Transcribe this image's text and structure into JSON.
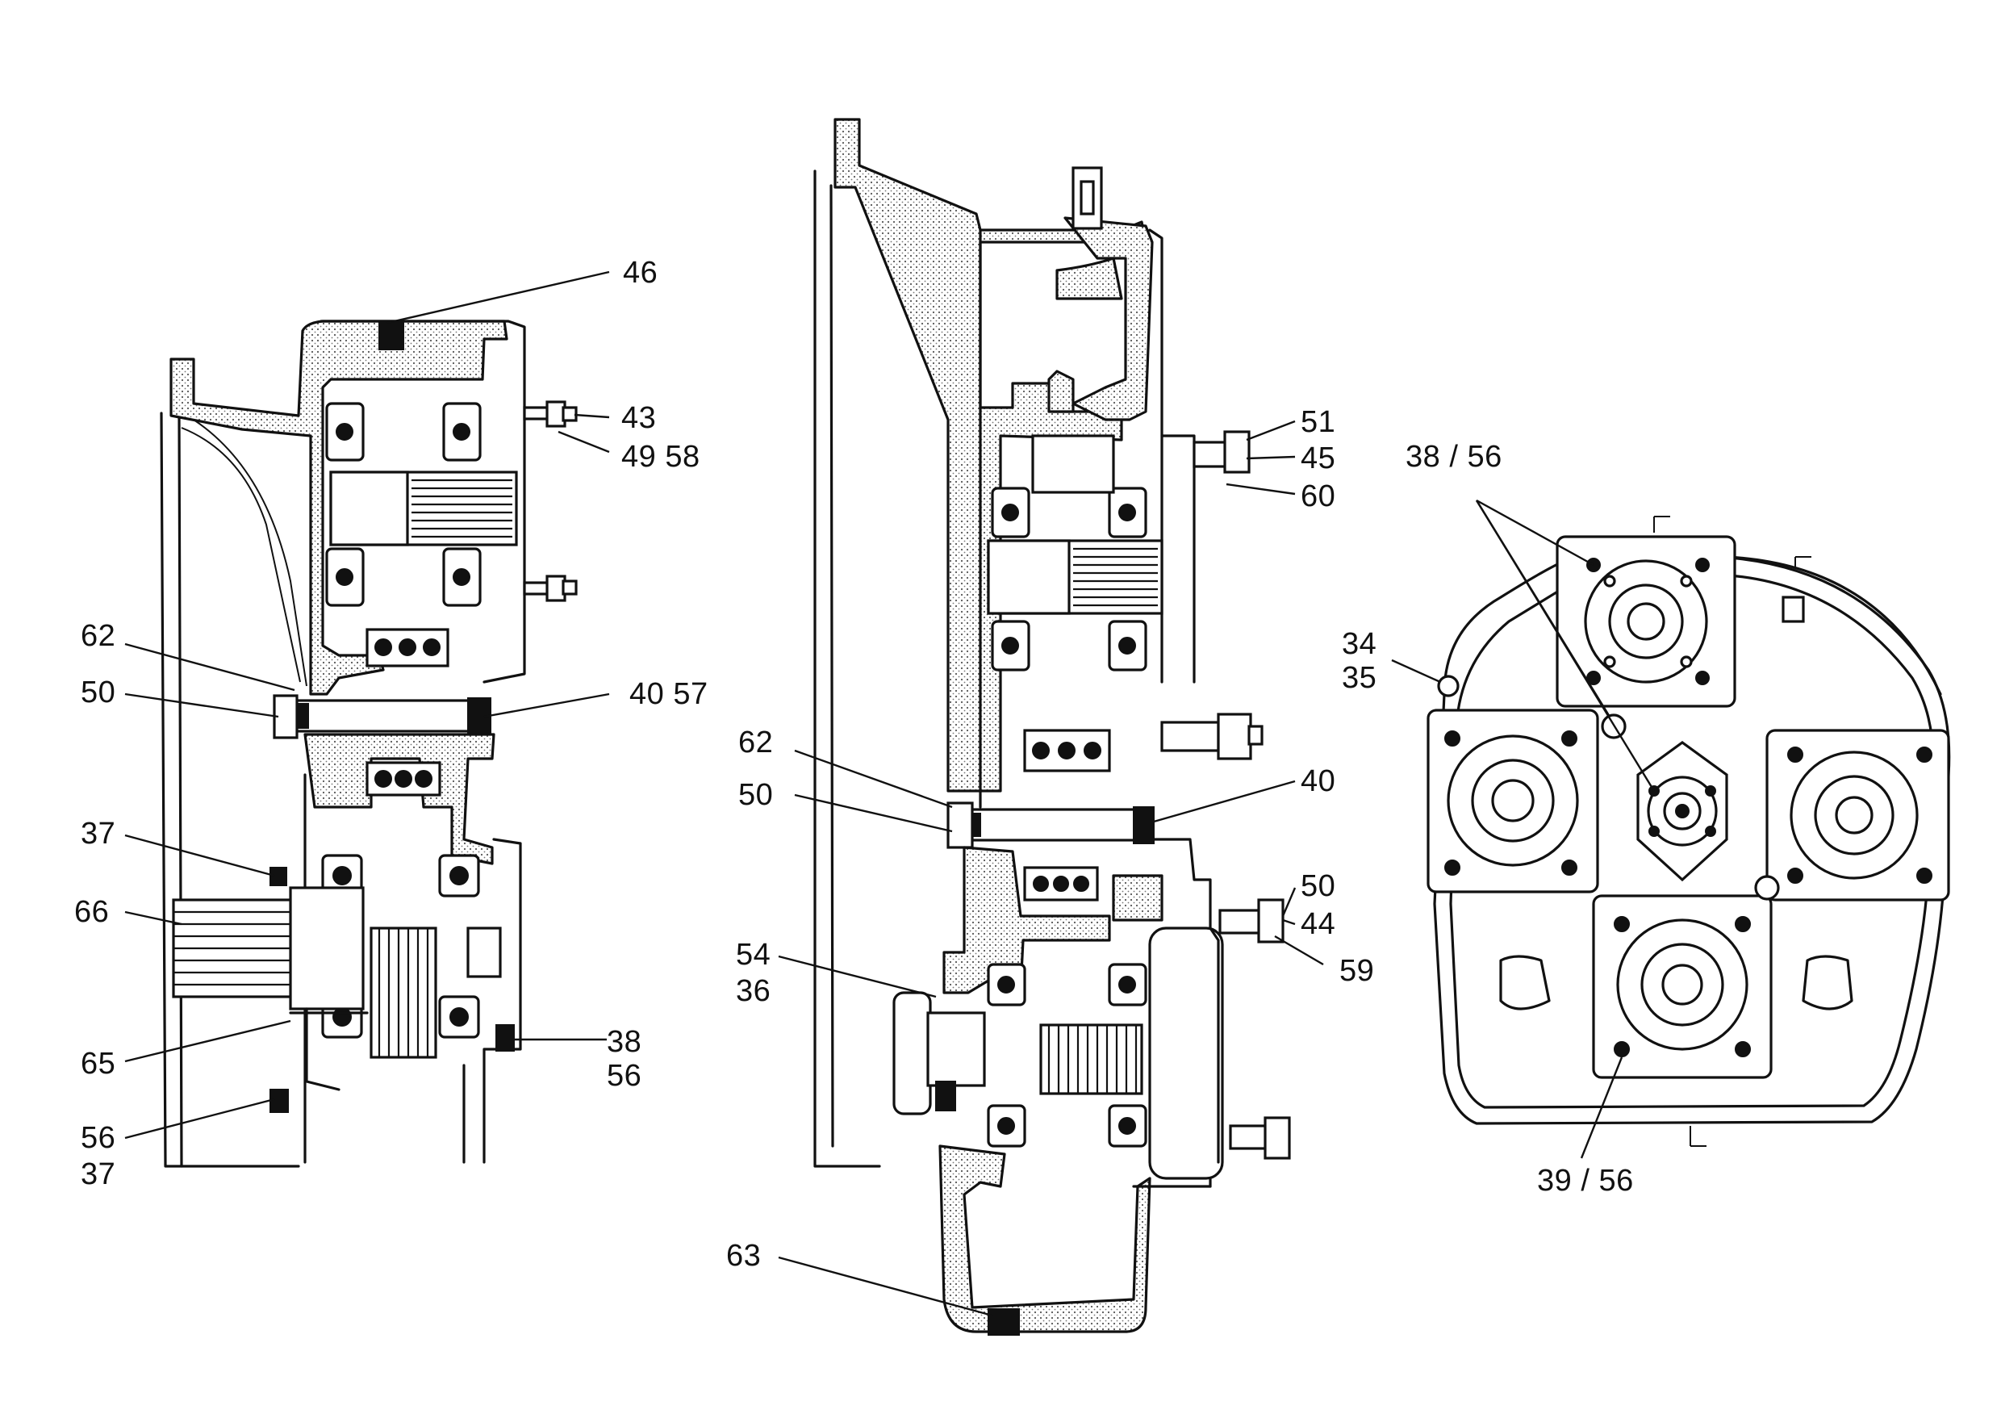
{
  "left_view": {
    "callouts": {
      "c46": "46",
      "c43": "43",
      "c49_58": "49  58",
      "c62": "62",
      "c50": "50",
      "c40_57": "40  57",
      "c37": "37",
      "c66": "66",
      "c38": "38",
      "c56": "56",
      "c65": "65",
      "c56b": "56",
      "c37b": "37"
    }
  },
  "middle_view": {
    "callouts": {
      "c51": "51",
      "c45": "45",
      "c60": "60",
      "c62": "62",
      "c50": "50",
      "c40": "40",
      "c50b": "50",
      "c44": "44",
      "c59": "59",
      "c54": "54",
      "c36": "36",
      "c63": "63"
    }
  },
  "right_view": {
    "callouts": {
      "c38_56": "38 / 56",
      "c34": "34",
      "c35": "35",
      "c39_56": "39 / 56"
    }
  }
}
